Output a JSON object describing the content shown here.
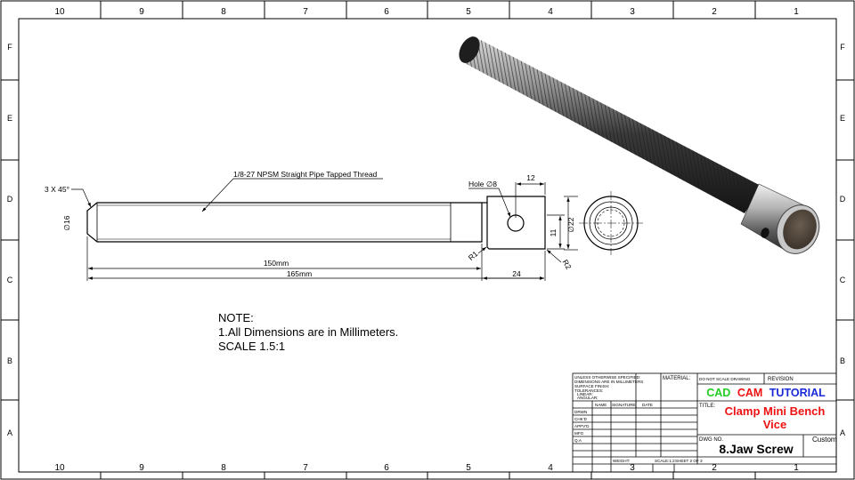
{
  "border": {
    "col_labels": [
      "10",
      "9",
      "8",
      "7",
      "6",
      "5",
      "4",
      "3",
      "2",
      "1"
    ],
    "row_labels": [
      "F",
      "E",
      "D",
      "C",
      "B",
      "A"
    ]
  },
  "dimensions": {
    "chamfer": "3 X 45°",
    "thread_callout": "1/8-27 NPSM Straight Pipe Tapped Thread",
    "dia_shaft": "∅16",
    "hole": "Hole ∅8",
    "head_offset": "12",
    "dia_head": "∅22",
    "head_height": "11",
    "r1": "R1",
    "r2": "R2",
    "len_150": "150mm",
    "len_165": "165mm",
    "len_24": "24"
  },
  "notes": {
    "heading": "NOTE:",
    "line1": "1.All Dimensions are in Millimeters.",
    "line2": "SCALE 1.5:1"
  },
  "title_block": {
    "unless_1": "UNLESS OTHERWISE SPECIFIED:",
    "unless_2": "DIMENSIONS ARE IN MILLIMETERS",
    "unless_3": "SURFACE FINISH:",
    "unless_4": "TOLERANCES:",
    "unless_5": "LINEAR:",
    "unless_6": "ANGULAR:",
    "material": "MATERIAL:",
    "do_not_scale": "DO NOT SCALE DRAWING",
    "revision": "REVISION",
    "col_name": "NAME",
    "col_signature": "SIGNATURE",
    "col_date": "DATE",
    "row_drwn": "DRWN",
    "row_chkd": "CHK'D",
    "row_appvd": "APPV'D",
    "row_mfg": "MFG",
    "row_qa": "Q.A",
    "weight": "WEIGHT:",
    "scale": "SCALE:1:2",
    "sheet": "SHEET 2 OF 3",
    "logo_cad": "CAD",
    "logo_cam": "CAM",
    "logo_tutorial": "TUTORIAL",
    "title_label": "TITLE:",
    "title_line1": "Clamp Mini Bench",
    "title_line2": "Vice",
    "dwg_no_label": "DWG NO.",
    "dwg_no": "8.Jaw Screw",
    "custom": "Custom"
  },
  "colors": {
    "logo_cad": "#22cc22",
    "logo_cam": "#ee1111",
    "logo_tutorial": "#1a2ad8",
    "title_red": "#ee1111"
  }
}
